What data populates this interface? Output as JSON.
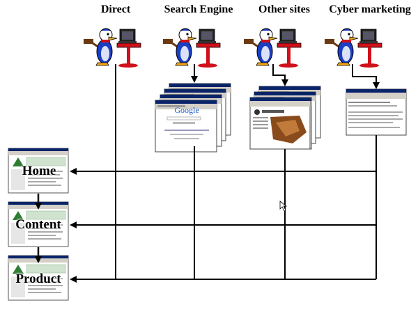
{
  "sources": [
    {
      "label": "Direct"
    },
    {
      "label": "Search Engine"
    },
    {
      "label": "Other sites"
    },
    {
      "label": "Cyber marketing"
    }
  ],
  "stages": [
    {
      "label": "Home"
    },
    {
      "label": "Content"
    },
    {
      "label": "Product"
    }
  ],
  "search_result_logo": "Google",
  "colors": {
    "line": "#000000",
    "duck_body": "#1a3fc4",
    "duck_beak": "#f2a516",
    "computer_red": "#d0101a",
    "page_green": "#2e7d32",
    "window_bar": "#0a246a"
  }
}
